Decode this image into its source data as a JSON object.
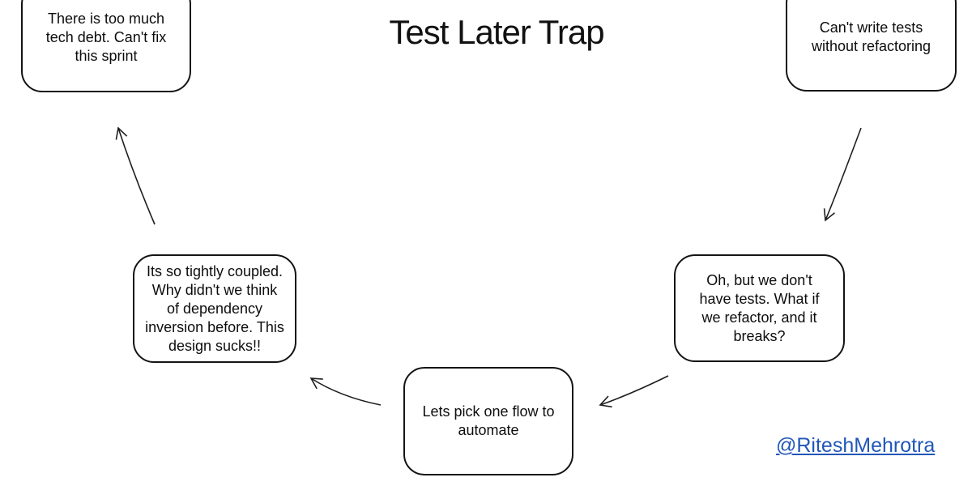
{
  "title": "Test Later Trap",
  "attribution": {
    "handle": "@RiteshMehrotra",
    "link_color": "#2156b8"
  },
  "diagram": {
    "ink_color": "#141414",
    "background_color": "#ffffff",
    "boxes": [
      {
        "id": "tech-debt",
        "position": "top-left",
        "lines": [
          "There is too much",
          "tech debt. Can't fix",
          "this sprint"
        ]
      },
      {
        "id": "cant-write-tests",
        "position": "top-right",
        "lines": [
          "Can't write tests",
          "without refactoring"
        ]
      },
      {
        "id": "no-tests-fear",
        "position": "middle-right",
        "lines": [
          "Oh, but we don't",
          "have tests. What if",
          "we refactor, and it",
          "breaks?"
        ]
      },
      {
        "id": "pick-one-flow",
        "position": "bottom-center",
        "lines": [
          "Lets pick one flow to",
          "automate"
        ]
      },
      {
        "id": "tightly-coupled",
        "position": "middle-left",
        "lines": [
          "Its so tightly coupled.",
          "Why didn't we think",
          "of dependency",
          "inversion before. This",
          "design sucks!!"
        ]
      }
    ],
    "arrows": [
      {
        "from": "tightly-coupled",
        "to": "tech-debt",
        "direction": "up"
      },
      {
        "from": "cant-write-tests",
        "to": "no-tests-fear",
        "direction": "down"
      },
      {
        "from": "no-tests-fear",
        "to": "pick-one-flow",
        "direction": "left"
      },
      {
        "from": "pick-one-flow",
        "to": "tightly-coupled",
        "direction": "up-left"
      }
    ]
  }
}
